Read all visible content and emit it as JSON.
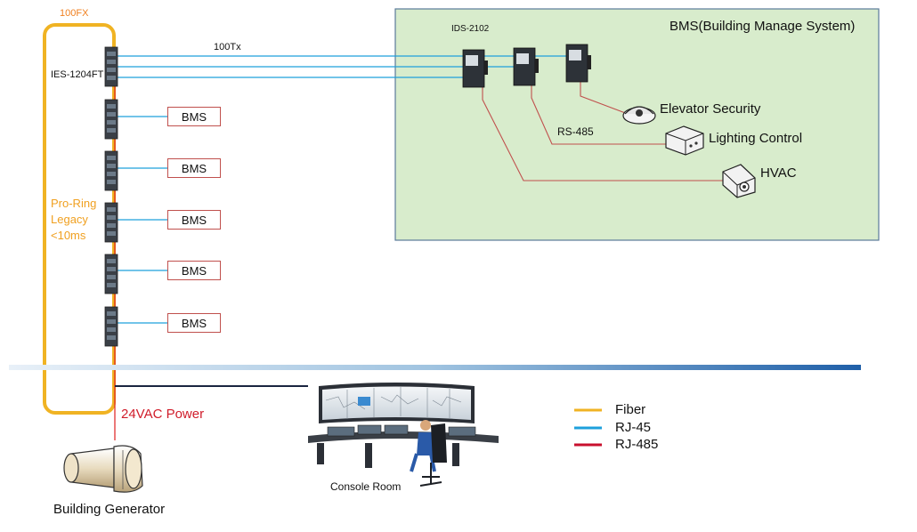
{
  "ring": {
    "top_label": "100FX",
    "switch_label": "IES-1204FT",
    "ring_text": [
      "Pro-Ring",
      "Legacy",
      "<10ms"
    ]
  },
  "bms_boxes": [
    "BMS",
    "BMS",
    "BMS",
    "BMS",
    "BMS"
  ],
  "uplink_label": "100Tx",
  "panel": {
    "title": "BMS(Building Manage System)",
    "converter_label": "IDS-2102",
    "serial_label": "RS-485",
    "devices": [
      "Elevator Security",
      "Lighting Control",
      "HVAC"
    ]
  },
  "power_label": "24VAC Power",
  "generator_label": "Building Generator",
  "console_label": "Console Room",
  "legend": [
    {
      "label": "Fiber",
      "color": "#f0b323"
    },
    {
      "label": "RJ-45",
      "color": "#1ea0dc"
    },
    {
      "label": "RJ-485",
      "color": "#c8102e"
    }
  ],
  "colors": {
    "fiber": "#f0b323",
    "rj45": "#1ea0dc",
    "rs485": "#c0504d",
    "power": "#e02020",
    "panel_fill": "#d8eccc",
    "panel_border": "#5a7a9a",
    "accent_orange": "#f0a020",
    "power_text": "#d01c2a"
  }
}
